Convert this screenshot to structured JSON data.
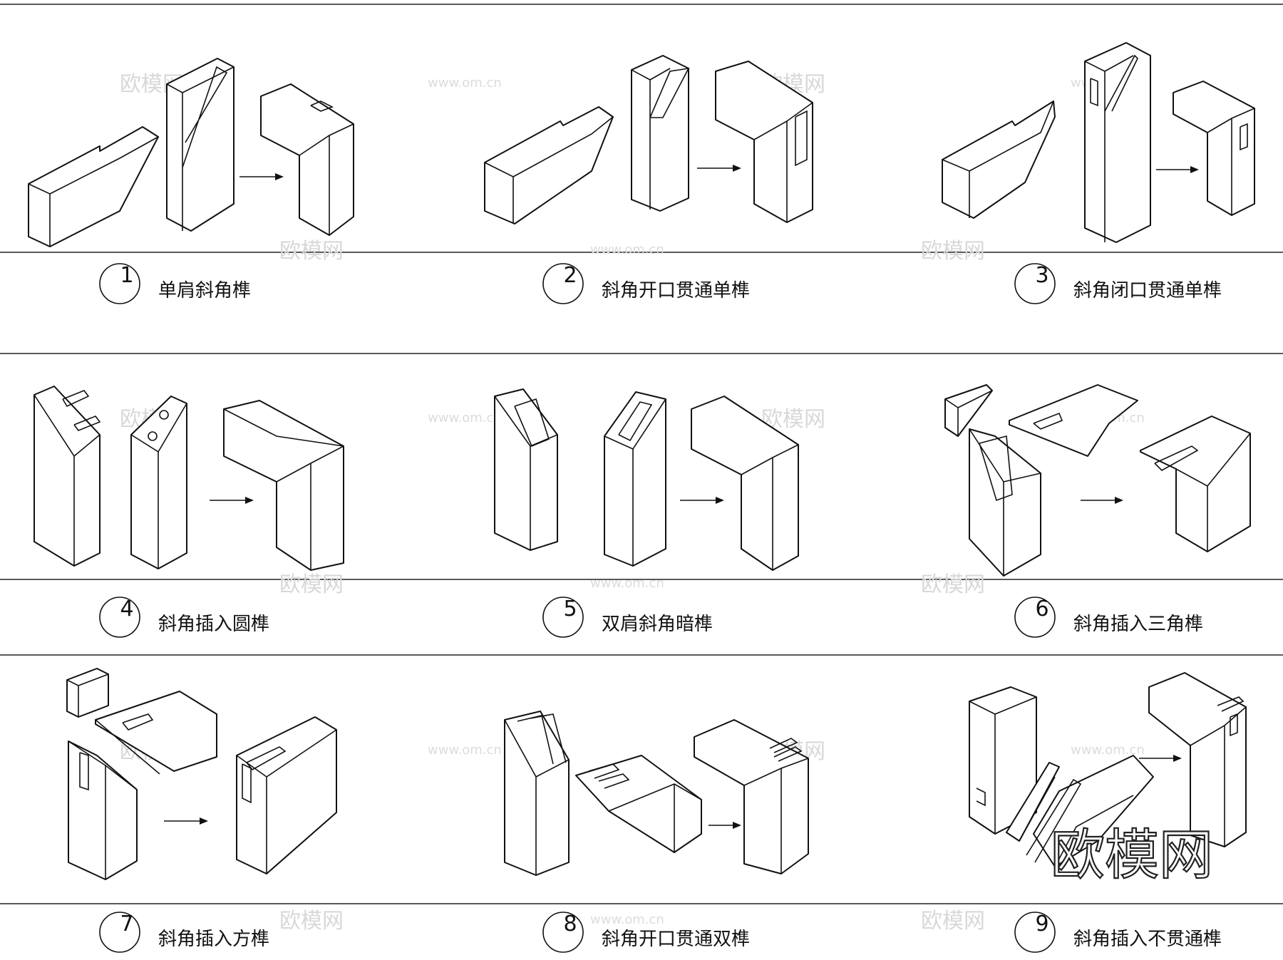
{
  "joints": [
    {
      "number": "1",
      "caption": "单肩斜角榫"
    },
    {
      "number": "2",
      "caption": "斜角开口贯通单榫"
    },
    {
      "number": "3",
      "caption": "斜角闭口贯通单榫"
    },
    {
      "number": "4",
      "caption": "斜角插入圆榫"
    },
    {
      "number": "5",
      "caption": "双肩斜角暗榫"
    },
    {
      "number": "6",
      "caption": "斜角插入三角榫"
    },
    {
      "number": "7",
      "caption": "斜角插入方榫"
    },
    {
      "number": "8",
      "caption": "斜角开口贯通双榫"
    },
    {
      "number": "9",
      "caption": "斜角插入不贯通榫"
    }
  ],
  "watermark": {
    "brand": "欧模网",
    "url": "www.om.cn"
  }
}
